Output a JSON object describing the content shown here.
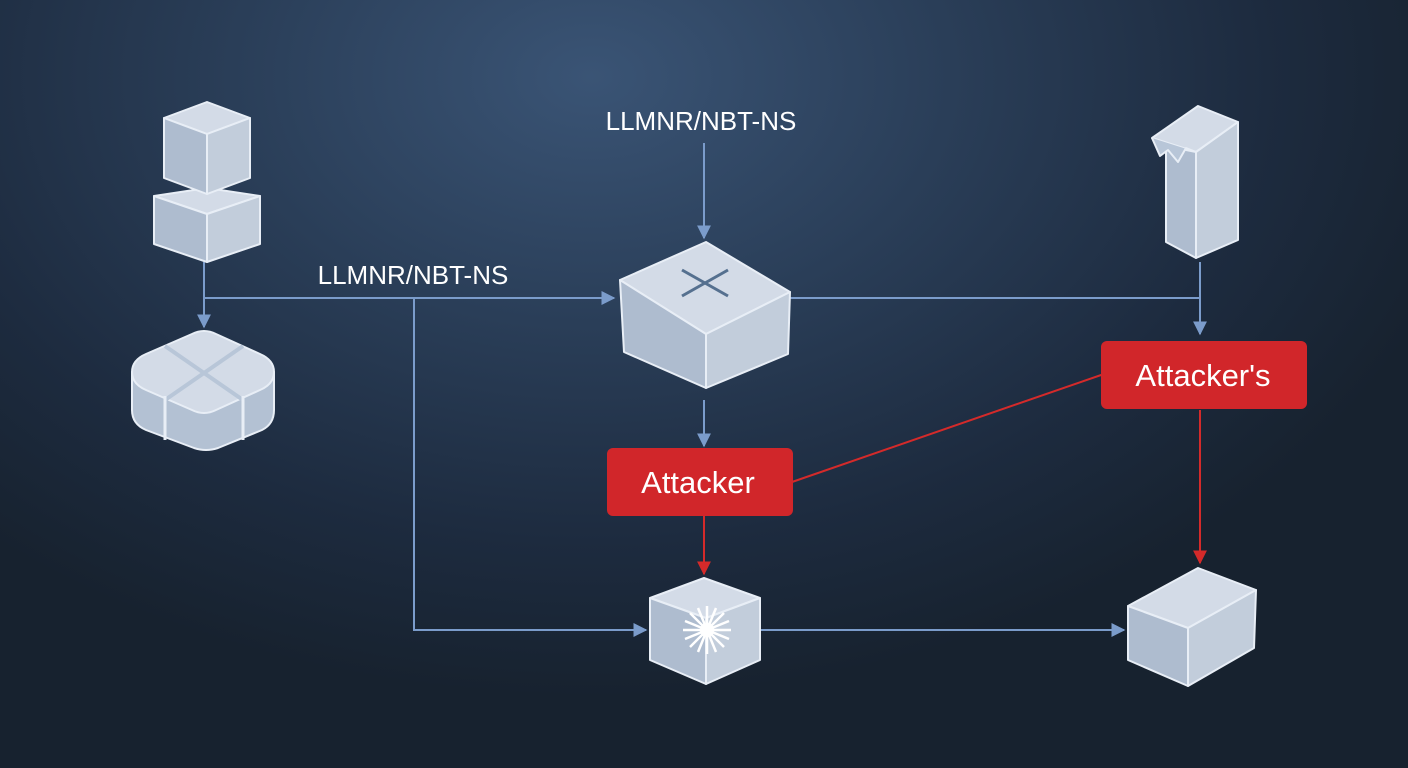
{
  "labels": {
    "protocol_top": "LLMNR/NBT-NS",
    "protocol_left": "LLMNR/NBT-NS"
  },
  "boxes": {
    "attacker": "Attacker",
    "attackers": "Attacker's"
  },
  "colors": {
    "flow_line": "#7b9ccb",
    "attack_line": "#d42a2a",
    "attack_box": "#d1262a",
    "node_face_light": "#c9d3e1",
    "node_face_mid": "#aebccf",
    "node_face_dark": "#97a8bf"
  },
  "icons": {
    "switch": "crossed-arrows-icon",
    "compromised": "burst-icon"
  }
}
